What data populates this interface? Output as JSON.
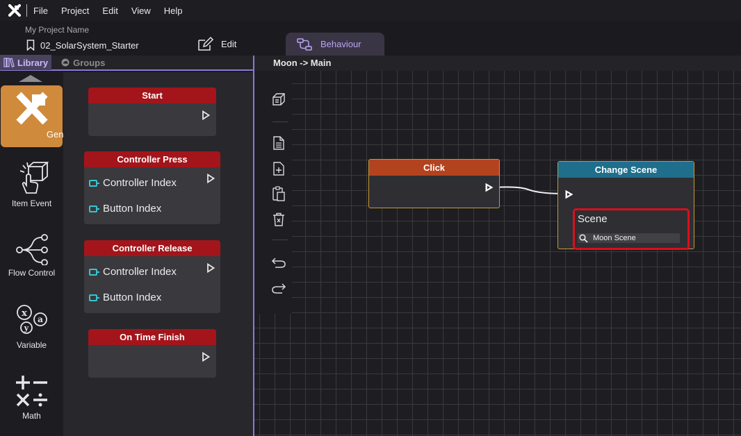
{
  "menubar": {
    "items": [
      "File",
      "Project",
      "Edit",
      "View",
      "Help"
    ]
  },
  "project": {
    "name": "My Project Name",
    "scene_file": "02_SolarSystem_Starter"
  },
  "mode_tabs": {
    "edit": "Edit",
    "behaviour": "Behaviour"
  },
  "library_tabs": {
    "library": "Library",
    "groups": "Groups"
  },
  "categories": [
    "General",
    "Item Event",
    "Flow Control",
    "Variable",
    "Math"
  ],
  "library_nodes": {
    "start": {
      "title": "Start"
    },
    "controller_press": {
      "title": "Controller Press",
      "ports": [
        "Controller Index",
        "Button Index"
      ]
    },
    "controller_release": {
      "title": "Controller Release",
      "ports": [
        "Controller Index",
        "Button Index"
      ]
    },
    "on_time_finish": {
      "title": "On Time Finish"
    }
  },
  "canvas": {
    "breadcrumb": "Moon -> Main",
    "click_node": {
      "title": "Click"
    },
    "change_scene_node": {
      "title": "Change Scene",
      "param_label": "Scene",
      "param_value": "Moon Scene"
    }
  },
  "colors": {
    "accent_purple": "#8d79d6",
    "general_category": "#cf8a3c",
    "library_node_header": "#a3151b",
    "click_header": "#b3431f",
    "change_scene_header": "#1e6e8c",
    "node_border": "#c49a3a",
    "port_cyan": "#35c6cf",
    "highlight_red": "#d8101c"
  },
  "icons": {
    "logo": "app-logo-icon",
    "scene_file": "bookmark-icon",
    "edit": "edit-pencil-icon",
    "behaviour": "behaviour-flow-icon",
    "library": "books-icon",
    "groups": "cloud-icon",
    "tools": [
      "add-object-icon",
      "document-icon",
      "duplicate-icon",
      "paste-icon",
      "trash-icon",
      "undo-icon",
      "redo-icon"
    ]
  }
}
